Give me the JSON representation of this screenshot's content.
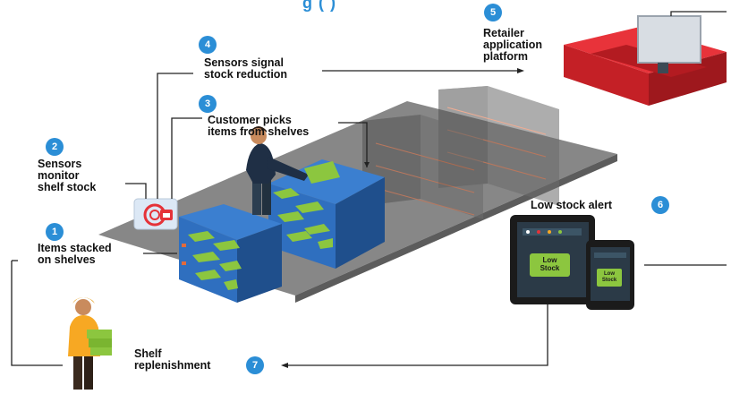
{
  "title_fragment": "g  (             )",
  "colors": {
    "badge": "#2b8ed6",
    "floor": "#7a7a7a",
    "shelf_blue": "#2f6fbf",
    "product_green": "#8cc63f",
    "counter_red": "#d9232a",
    "connector": "#222222",
    "worker_shirt": "#f7a823",
    "sensor_red": "#e53238"
  },
  "steps": [
    {
      "number": "1",
      "label": "Items stacked\non shelves"
    },
    {
      "number": "2",
      "label": "Sensors\nmonitor\nshelf stock"
    },
    {
      "number": "3",
      "label": "Customer picks\nitems from shelves"
    },
    {
      "number": "4",
      "label": "Sensors signal\nstock reduction"
    },
    {
      "number": "5",
      "label": "Retailer\napplication\nplatform"
    },
    {
      "number": "6",
      "label": "Low stock alert"
    },
    {
      "number": "7",
      "label": "Shelf\nreplenishment"
    }
  ],
  "devices": {
    "tablet_screen_text": "Low\nStock",
    "phone_screen_text": "Low\nStock"
  },
  "icons": [
    "wifi-sensor-icon",
    "lock-icon",
    "tablet-icon",
    "phone-icon",
    "monitor-icon"
  ]
}
